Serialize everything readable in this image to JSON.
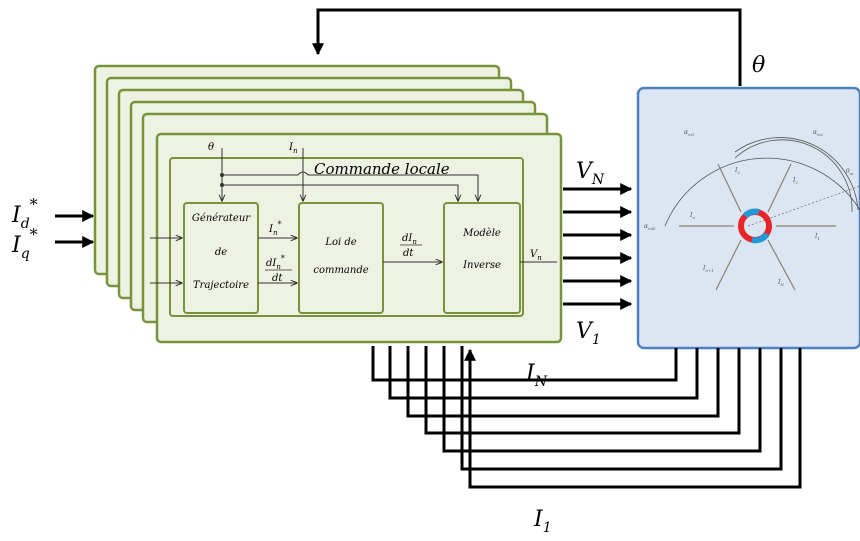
{
  "labels": {
    "theta_top": "θ",
    "id_star": "I",
    "id_sub": "d",
    "iq_star": "I",
    "iq_sub": "q",
    "star": "*",
    "vn_main": "V",
    "vn_sub": "N",
    "v1_main": "V",
    "v1_sub": "1",
    "in_main": "I",
    "in_sub": "N",
    "i1_main": "I",
    "i1_sub": "1"
  },
  "block": {
    "theta_in": "θ",
    "in_in": "I",
    "in_in_sub": "n",
    "commande_locale": "Commande locale",
    "generateur_line1": "Générateur",
    "generateur_line2": "de",
    "generateur_line3": "Trajectoire",
    "in_star": "I",
    "in_star_sub": "n",
    "in_star_sup": "*",
    "din_star_num": "dI",
    "din_star_num_sub": "n",
    "din_star_sup": "*",
    "din_star_den": "dt",
    "loi_line1": "Loi de",
    "loi_line2": "commande",
    "din_num": "dI",
    "din_num_sub": "n",
    "din_den": "dt",
    "modele_line1": "Modèle",
    "modele_line2": "Inverse",
    "vn_out": "V",
    "vn_out_sub": "n"
  },
  "motor": {
    "alpha_m1": "α",
    "alpha_m1_sub": "m1",
    "alpha_m2": "α",
    "alpha_m2_sub": "m2",
    "theta_m": "θ",
    "theta_m_sub": "m",
    "alpha_mn": "α",
    "alpha_mn_sub": "mN",
    "l2": "I",
    "l2_sub": "2",
    "l3": "I",
    "l3_sub": "3",
    "ln": "I",
    "ln_sub": "n",
    "l1": "I",
    "l1_sub": "1",
    "ln1": "I",
    "ln1_sub": "n+1",
    "lN": "I",
    "lN_sub": "N"
  },
  "colors": {
    "block_fill": "#eef2e3",
    "block_stroke": "#77933c",
    "motor_fill": "#dce6f2",
    "motor_stroke": "#4f81bd",
    "ring_red": "#e8262a",
    "ring_blue": "#1f9ad6"
  }
}
